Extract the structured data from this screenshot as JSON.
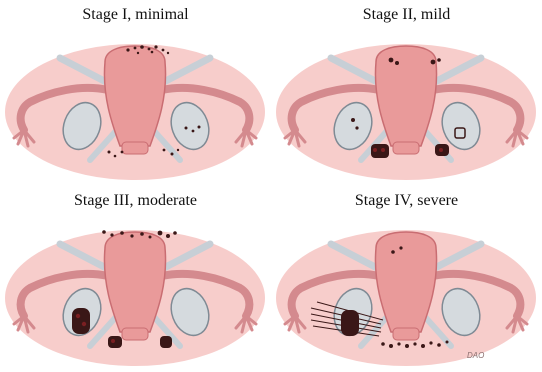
{
  "colors": {
    "background": "#ffffff",
    "halo": "#f6c8c5",
    "uterus": "#e99a9a",
    "uterus_edge": "#c96d72",
    "tube": "#d48a8e",
    "ligament": "#c7cfd6",
    "ovary": "#d5dade",
    "ovary_edge": "#7f8a94",
    "lesion": "#3a1717",
    "lesion_red": "#7a1f22"
  },
  "stages": [
    {
      "id": "stage-1",
      "label": "Stage I, minimal"
    },
    {
      "id": "stage-2",
      "label": "Stage II, mild"
    },
    {
      "id": "stage-3",
      "label": "Stage III, moderate"
    },
    {
      "id": "stage-4",
      "label": "Stage IV, severe"
    }
  ],
  "artist_mark": "DAO"
}
